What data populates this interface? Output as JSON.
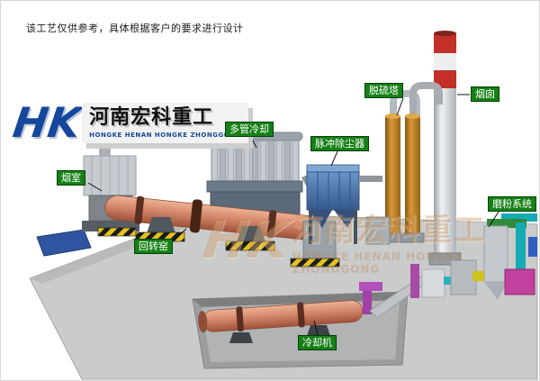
{
  "disclaimer": "该工艺仅供参考，具体根据客户的要求进行设计",
  "logo": {
    "monogram": "HK",
    "brand_cn": "河南宏科重工",
    "brand_en": "HONGKE HENAN HONGKE ZHONGGONG"
  },
  "watermark": {
    "monogram": "HK",
    "brand_cn": "河南宏科重工",
    "brand_en": "HONGKE HENAN HONGKE ZHONGGONG"
  },
  "labels": {
    "smoke_chamber": "烟室",
    "rotary_kiln": "回转窑",
    "multi_tube_cooler": "多管冷却",
    "pulse_dust_collector": "脉冲除尘器",
    "desulfurization_tower": "脱硫塔",
    "chimney": "烟囱",
    "grinding_system": "磨粉系统",
    "cooling_machine": "冷却机"
  },
  "colors": {
    "label_bg": "#168016",
    "label_border": "#063f06",
    "kiln_salmon": "#d4876a",
    "dust_collector_blue": "#3a6090",
    "tower_orange": "#c8862a",
    "chimney_red": "#c23028",
    "ground_gray": "#cacbcb",
    "logo_blue": "#15489c",
    "watermark_orange": "#b97630"
  }
}
